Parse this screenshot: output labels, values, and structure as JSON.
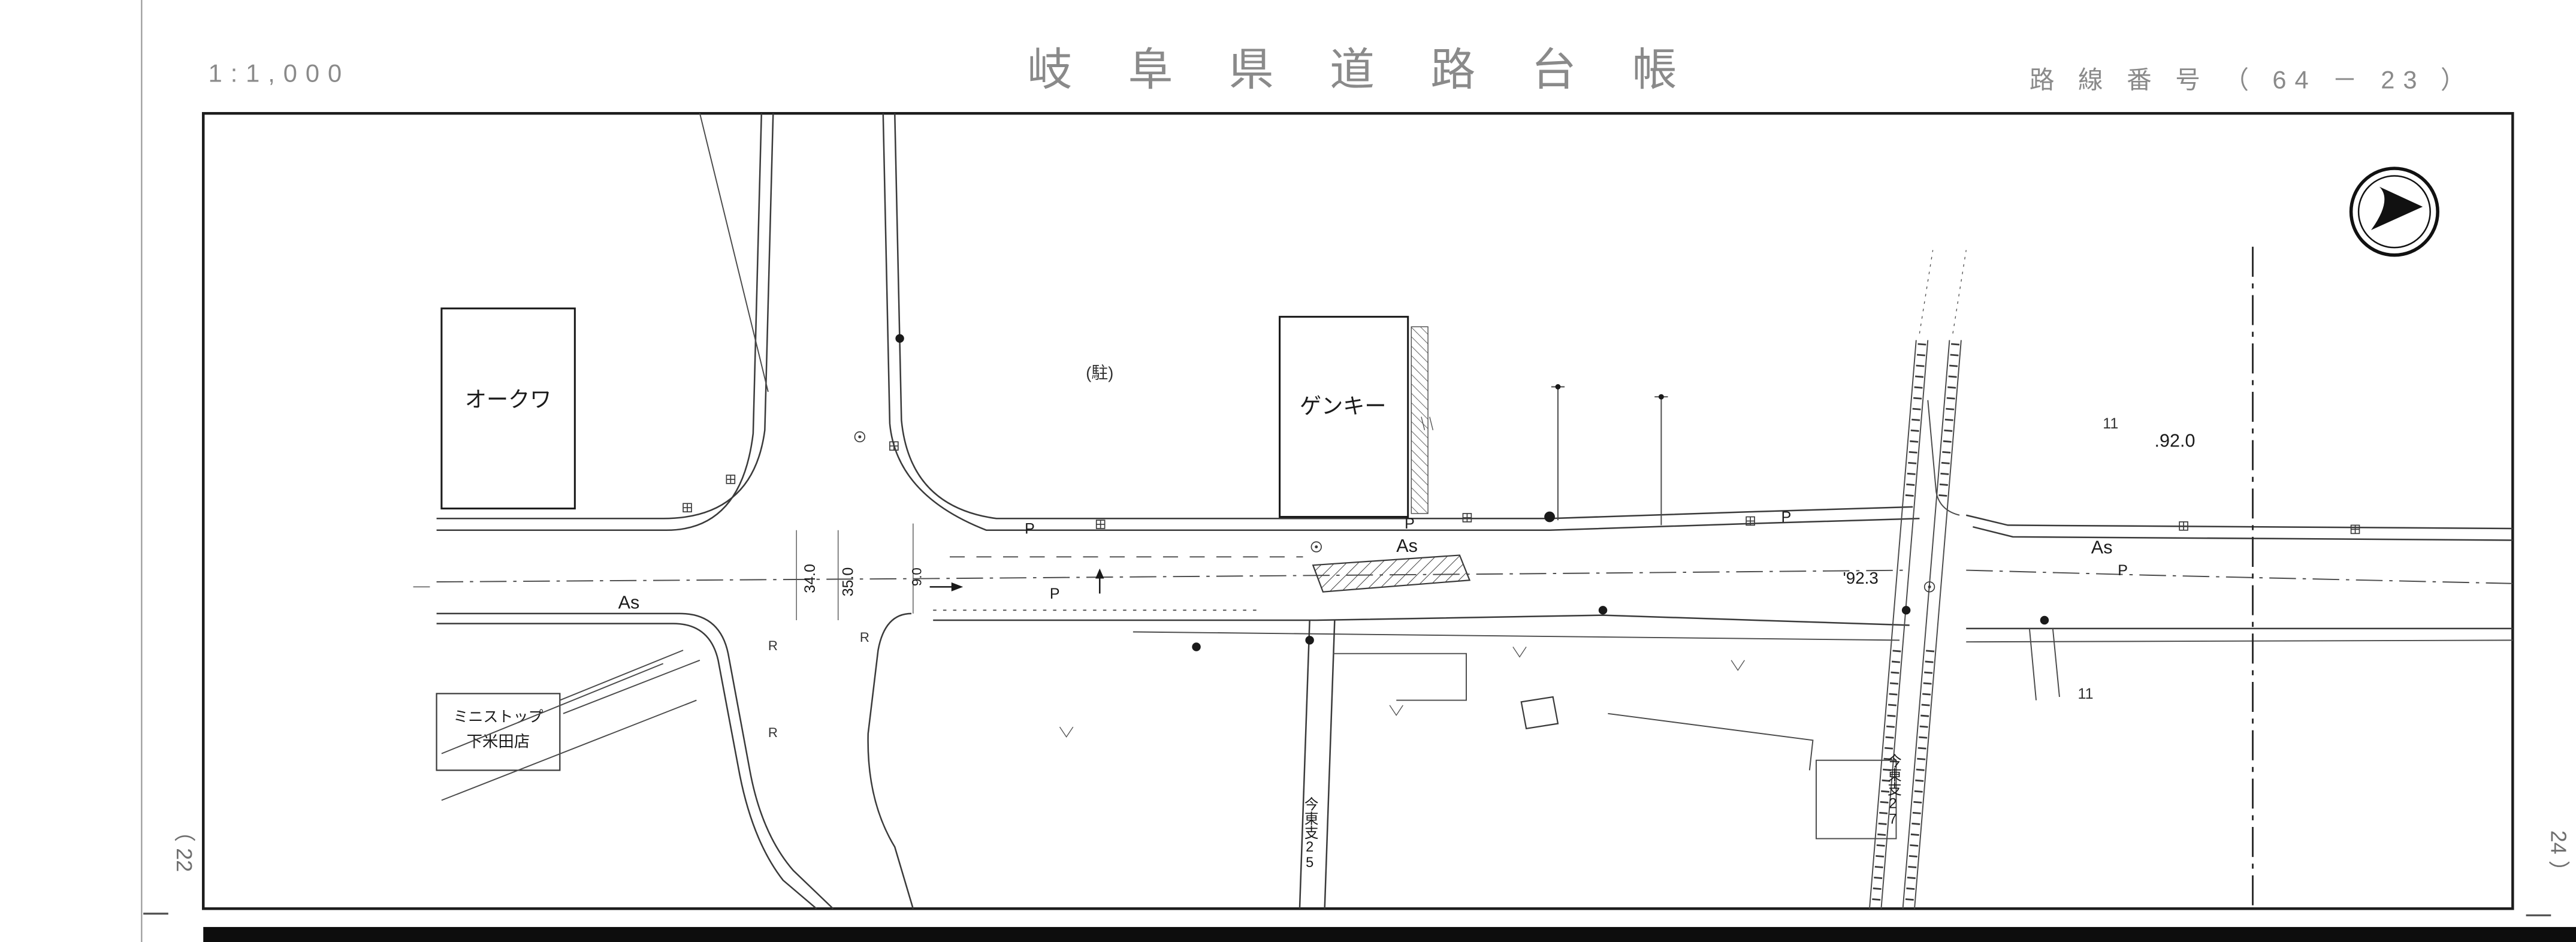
{
  "header": {
    "scale": "1:1,000",
    "title": "岐 阜 県 道 路 台 帳",
    "route": "路 線 番 号 （ 64 － 23 ）"
  },
  "sheet_refs": {
    "left": "（ 22",
    "right": "24 ）"
  },
  "compass": {
    "icon": "north-arrow"
  },
  "map": {
    "buildings": {
      "okuwa": "オークワ",
      "genky": "ゲンキー",
      "ministop1": "ミニストップ",
      "ministop2": "下米田店"
    },
    "labels": {
      "parking": "(駐)",
      "as": "As",
      "p": "P",
      "r": "R",
      "dim34": "34.0",
      "dim35": "35.0",
      "dim9": "9.0",
      "year": "'92.3",
      "elev": ".92.0",
      "branch25": "今東支25",
      "branch27": "今東支27",
      "ticks": "11"
    }
  },
  "colors": {
    "ink": "#1a1a1a",
    "gray": "#8a8a8a",
    "line": "#3a3a3a"
  }
}
